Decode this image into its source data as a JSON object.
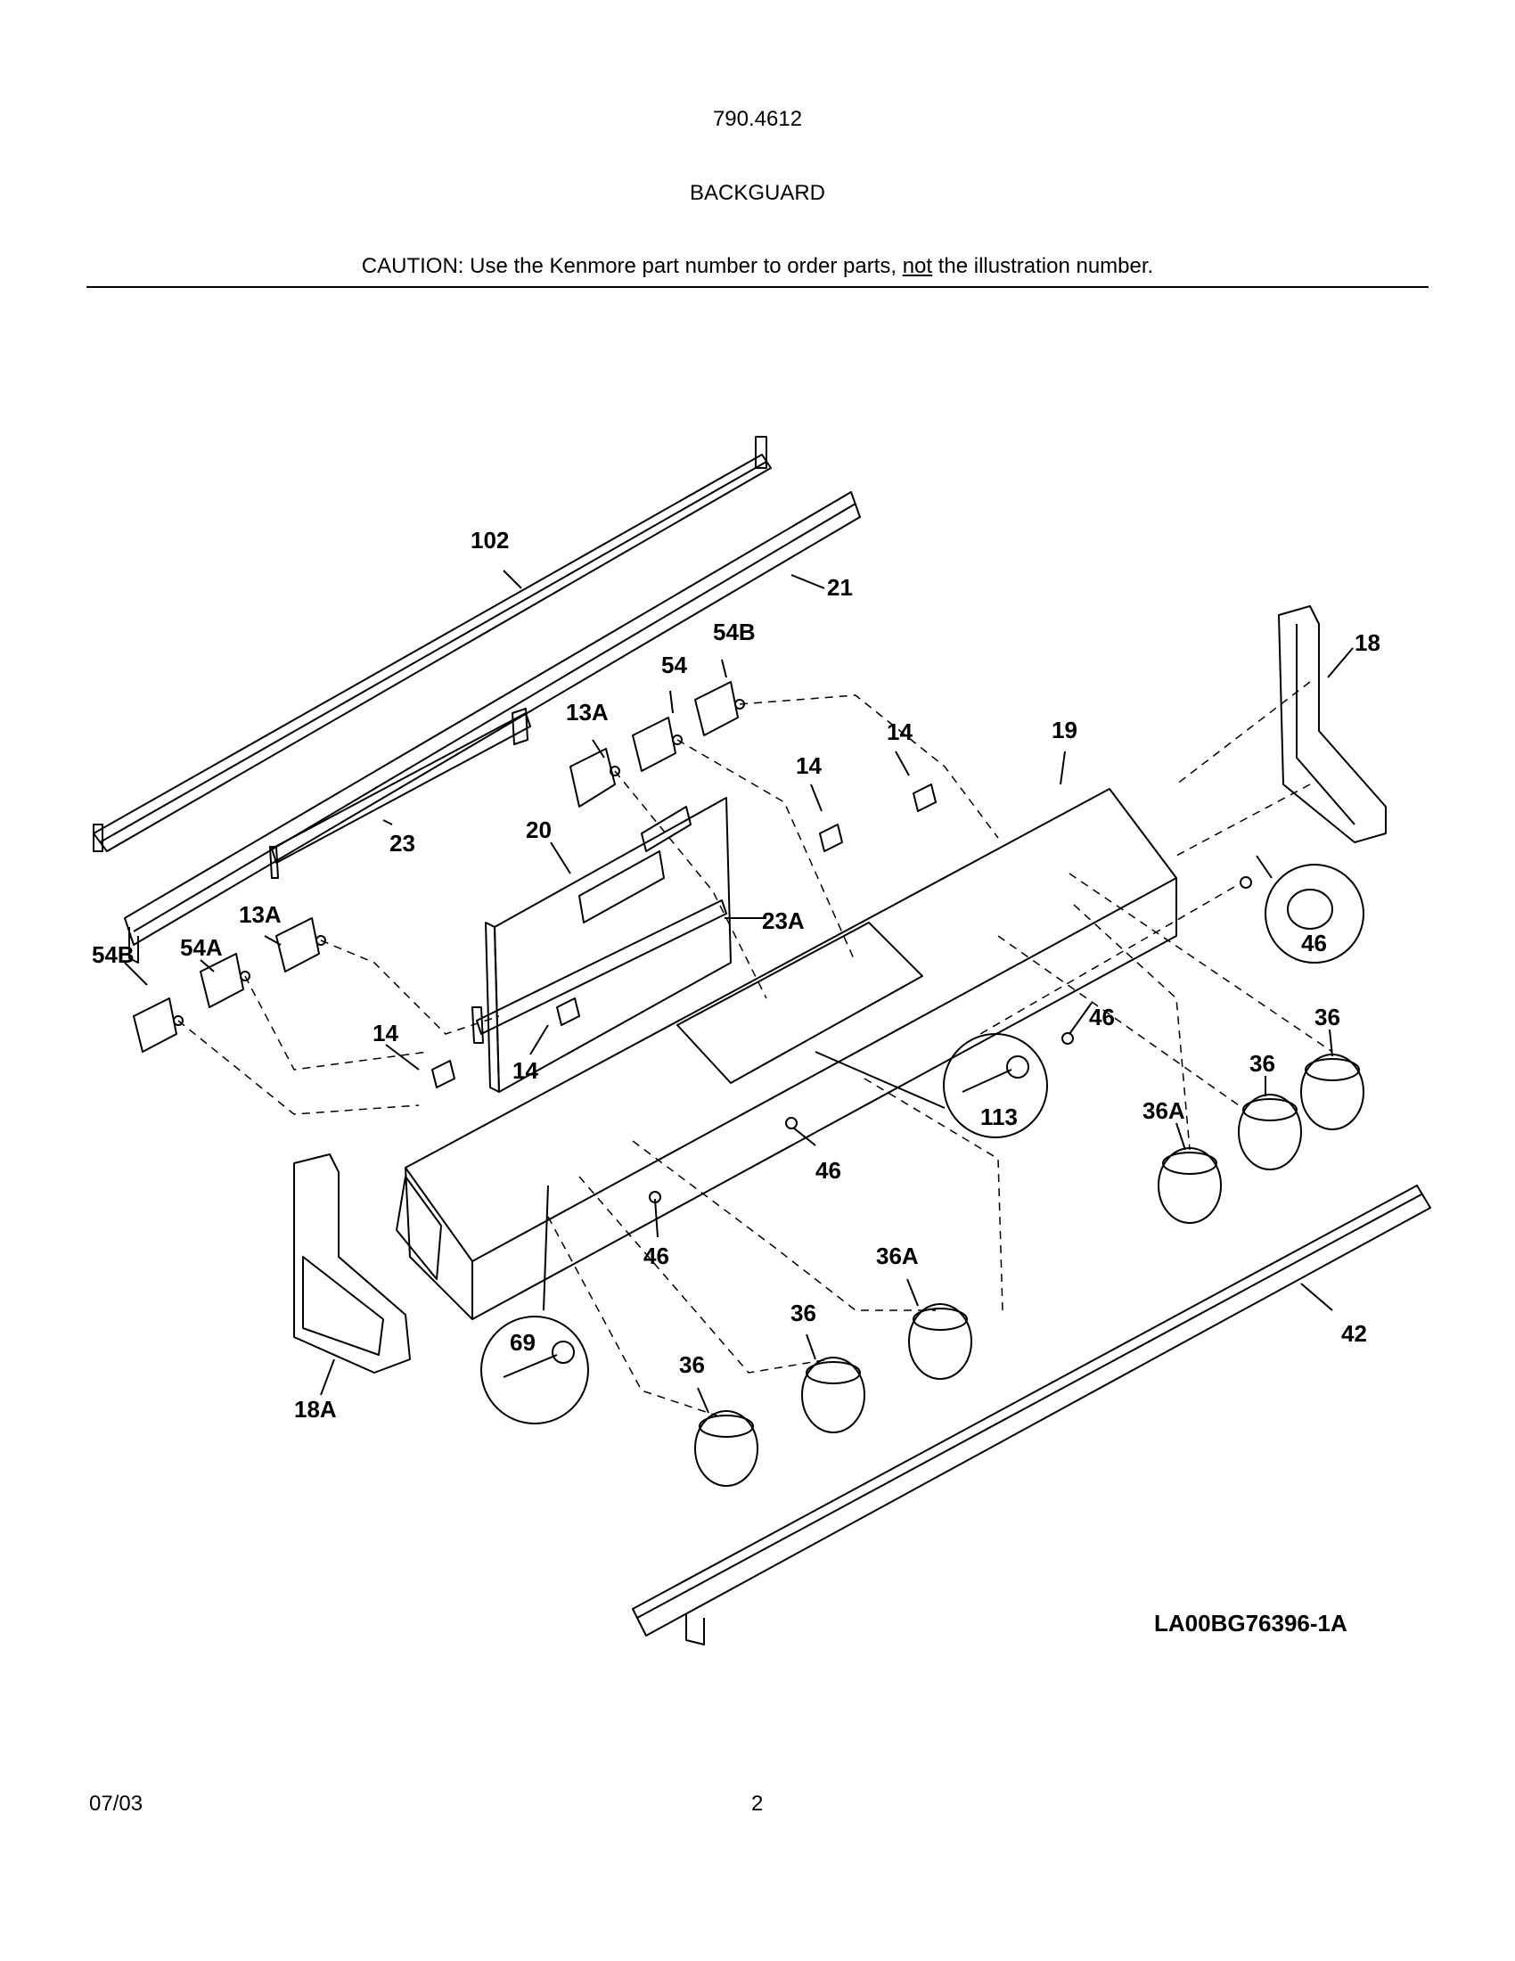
{
  "header": {
    "model": "790.4612",
    "section": "BACKGUARD",
    "caution_before": "CAUTION: Use the Kenmore part number to order parts, ",
    "caution_not": "not",
    "caution_after": " the illustration number."
  },
  "diagram": {
    "drawing_id": "LA00BG76396-1A",
    "callouts": [
      "102",
      "21",
      "23",
      "20",
      "23A",
      "13A",
      "54",
      "54B",
      "14",
      "14",
      "19",
      "18",
      "13A",
      "54A",
      "54B",
      "14",
      "14",
      "46",
      "46",
      "46",
      "46",
      "36",
      "36",
      "36",
      "36A",
      "36A",
      "36",
      "36",
      "113",
      "69",
      "18A",
      "42"
    ]
  },
  "footer": {
    "date": "07/03",
    "page": "2"
  }
}
